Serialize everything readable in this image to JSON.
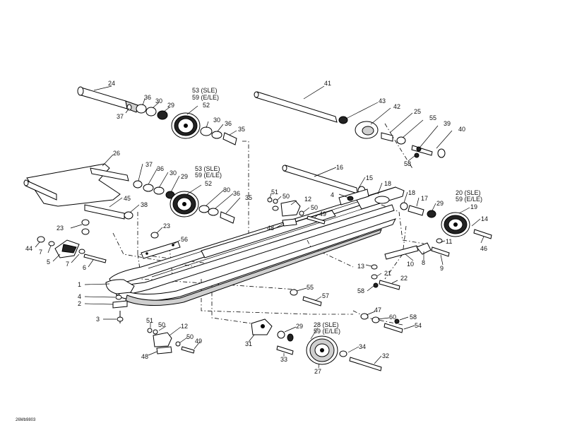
{
  "caption": "26Mb9803",
  "labels": {
    "l24": "24",
    "l36a": "36",
    "l30a": "30",
    "l29a": "29",
    "l53a": "53 (SLE)",
    "l59a": "59 (E/LE)",
    "l37a": "37",
    "l52a": "52",
    "l30b": "30",
    "l36b": "36",
    "l35a": "35",
    "l41": "41",
    "l43": "43",
    "l42": "42",
    "l25": "25",
    "l55a": "55",
    "l39": "39",
    "l40": "40",
    "l58a": "58",
    "l26": "26",
    "l37b": "37",
    "l36c": "36",
    "l30c": "30",
    "l29b": "29",
    "l53b": "53 (SLE)",
    "l59b": "59 (E/LE)",
    "l52b": "52",
    "l30d": "30",
    "l36d": "36",
    "l35b": "35",
    "l45": "45",
    "l38": "38",
    "l16": "16",
    "l15": "15",
    "l4a": "4",
    "l18a": "18",
    "l18b": "18",
    "l17": "17",
    "l29c": "29",
    "l20": "20 (SLE)",
    "l59c": "59 (E/LE)",
    "l19": "19",
    "l14": "14",
    "l46": "46",
    "l51a": "51",
    "l50a": "50",
    "l12a": "12",
    "l50b": "50",
    "l49a": "49",
    "l48a": "48",
    "l23a": "23",
    "l23b": "23",
    "l56": "56",
    "l44": "44",
    "l7a": "7",
    "l5": "5",
    "l7b": "7",
    "l6": "6",
    "l11": "11",
    "l10": "10",
    "l8": "8",
    "l9": "9",
    "l13": "13",
    "l21": "21",
    "l22": "22",
    "l58b": "58",
    "l1": "1",
    "l4b": "4",
    "l2": "2",
    "l3": "3",
    "l55b": "55",
    "l57": "57",
    "l47": "47",
    "l60": "60",
    "l58c": "58",
    "l54": "54",
    "l51b": "51",
    "l50c": "50",
    "l12b": "12",
    "l50d": "50",
    "l49b": "49",
    "l48b": "48",
    "l31": "31",
    "l29d": "29",
    "l28": "28 (SLE)",
    "l59d": "59 (E/LE)",
    "l33": "33",
    "l34": "34",
    "l32": "32",
    "l27": "27"
  }
}
